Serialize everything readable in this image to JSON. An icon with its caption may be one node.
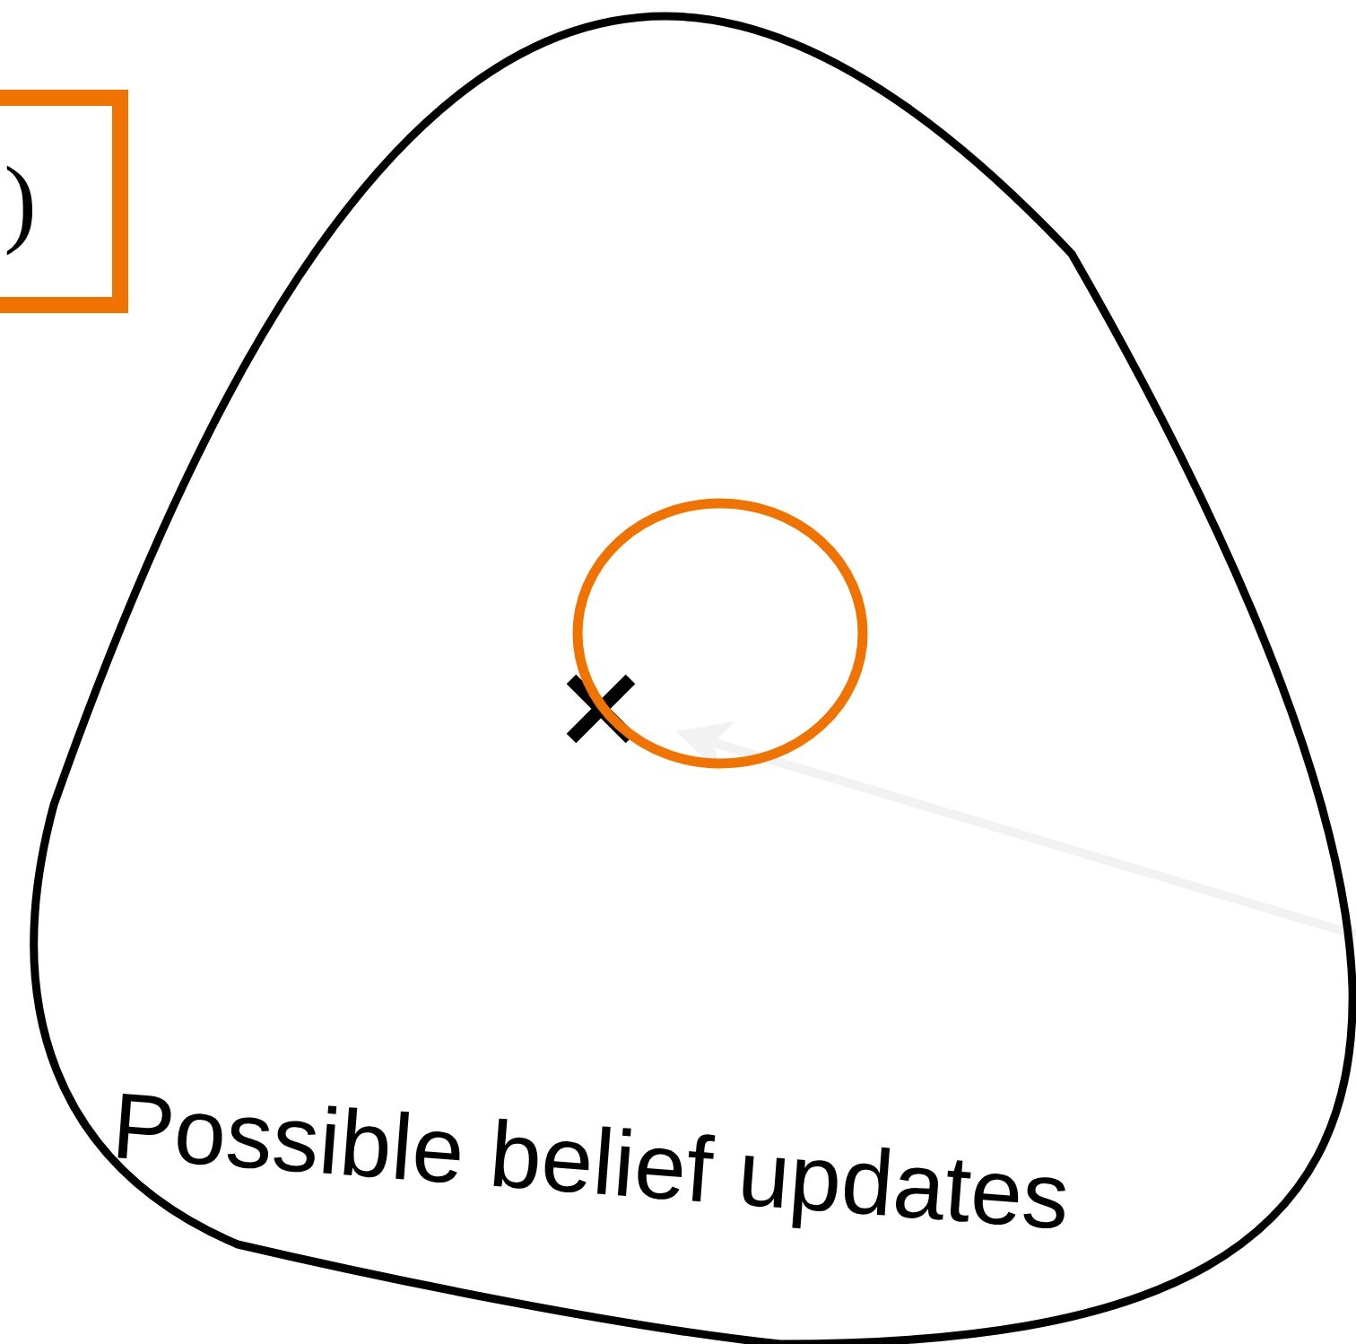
{
  "diagram": {
    "nodes": [
      {
        "text": [
          ")"
        ]
      },
      {
        "text": [
          "Possible belief updates"
        ]
      },
      {
        "text": [],
        "shape": "circle",
        "in": 1
      }
    ],
    "edges": [
      {
        "from": null,
        "to": 2,
        "arrow": "to",
        "color": "#f2f2f2"
      }
    ]
  }
}
